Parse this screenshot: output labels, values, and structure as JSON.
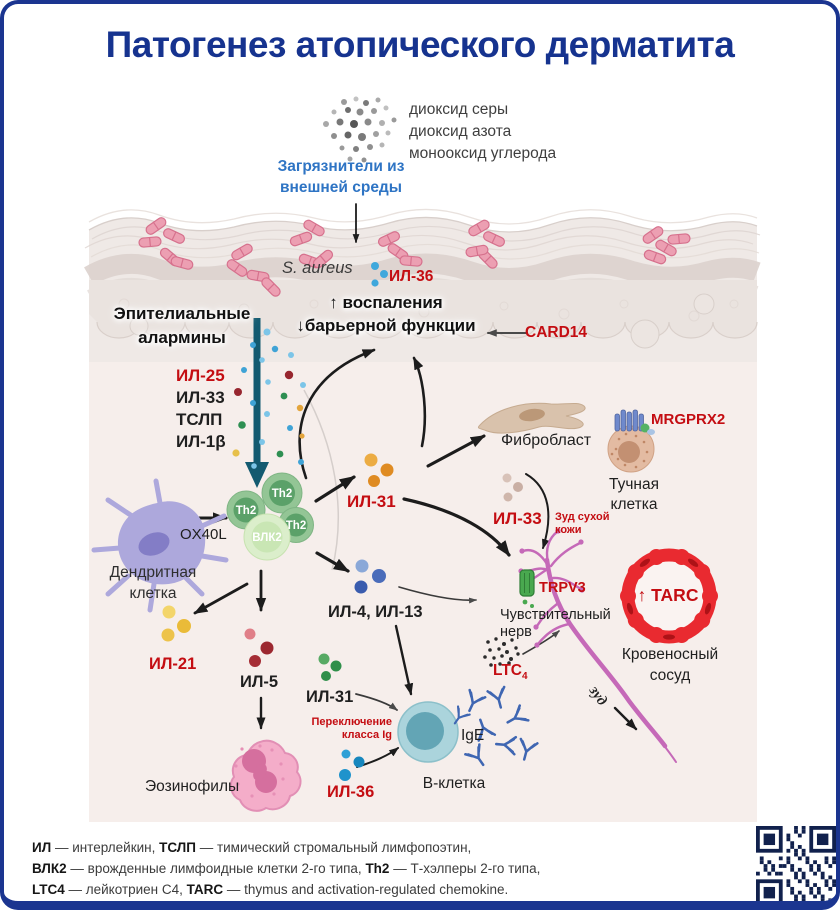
{
  "title": "Патогенез атопического дерматита",
  "pollution": {
    "substances": "диоксид серы\nдиоксид азота\nмонооксид углерода",
    "source": "Загрязнители из\nвнешней среды"
  },
  "skin": {
    "bacteria": "S. aureus",
    "alarmins": "Эпителиальные\nалармины",
    "il36": "ИЛ-36",
    "inflammation": "↑ воспаления\n↓барьерной функции",
    "card14": "CARD14"
  },
  "alarmins_list": {
    "il25": "ИЛ-25",
    "il33": "ИЛ-33",
    "tslp": "ТСЛП",
    "il1b": "ИЛ-1β"
  },
  "cells": {
    "dendritic": "Дендритная\nклетка",
    "th2": "Th2",
    "ilc2": "ВЛК2",
    "fibroblast": "Фибробласт",
    "mast": "Тучная\nклетка",
    "sensory_nerve": "Чувствительный\nнерв",
    "vessel": "Кровеносный\nсосуд",
    "eosinophils": "Эозинофилы",
    "b_cell": "В-клетка"
  },
  "mediators": {
    "ox40l": "OX40L",
    "il31_top": "ИЛ-31",
    "mrgprx2": "MRGPRX2",
    "il33_right": "ИЛ-33",
    "dry_itch": "Зуд сухой\nкожи",
    "trpv3": "TRPV3",
    "tarc": "↑ TARC",
    "il4_13": "ИЛ-4, ИЛ-13",
    "il21": "ИЛ-21",
    "il5": "ИЛ-5",
    "il31_bottom": "ИЛ-31",
    "class_switch": "Переключение\nкласса Ig",
    "ige": "IgE",
    "il36_bottom": "ИЛ-36",
    "ltc": "LTC",
    "ltc_sub": "4",
    "itch": "зуд"
  },
  "legend": {
    "b1": "ИЛ",
    "t1": " — интерлейкин, ",
    "b2": "ТСЛП",
    "t2": " — тимический стромальный лимфопоэтин,",
    "b3": "ВЛК2",
    "t3": " — врожденные лимфоидные клетки 2-го типа, ",
    "b4": "Th2",
    "t4": " — Т-хэлперы 2-го типа,",
    "b5": "LTC4",
    "t5": " — лейкотриен C4, ",
    "b6": "TARC",
    "t6": " — thymus and activation-regulated chemokine."
  },
  "colors": {
    "accent_blue": "#16338f",
    "label_blue": "#2e74c4",
    "label_red": "#c40d12"
  }
}
